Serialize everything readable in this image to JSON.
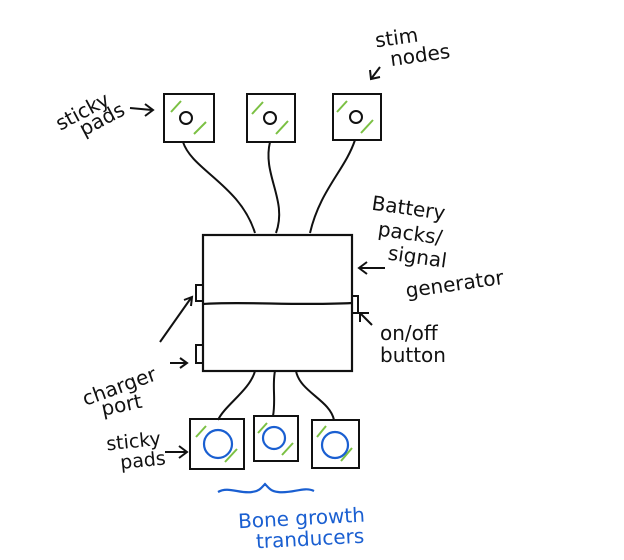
{
  "labels": {
    "stim_nodes_line1": "stim",
    "stim_nodes_line2": "nodes",
    "sticky_pads_top_line1": "sticky",
    "sticky_pads_top_line2": "pads",
    "battery_line1": "Battery",
    "battery_line2": "packs/",
    "battery_line3": "signal",
    "battery_line4": "generator",
    "onoff_line1": "on/off",
    "onoff_line2": "button",
    "charger_line1": "charger",
    "charger_line2": "port",
    "sticky_pads_bottom_line1": "sticky",
    "sticky_pads_bottom_line2": "pads",
    "bone_line1": "Bone growth",
    "bone_line2": "tranducers"
  },
  "colors": {
    "ink": "#111111",
    "accent_green": "#7bc043",
    "transducer_blue": "#1a5fd1"
  }
}
